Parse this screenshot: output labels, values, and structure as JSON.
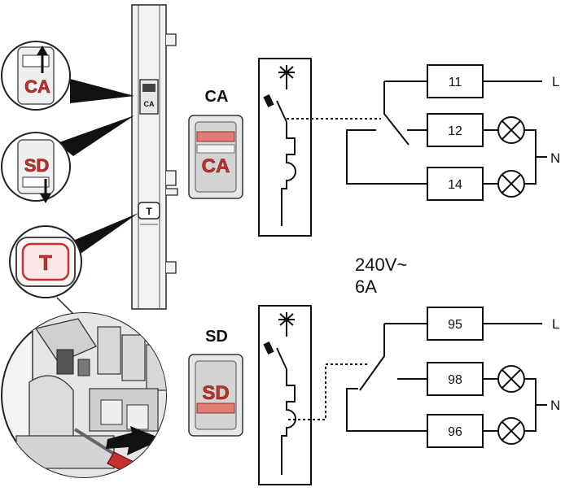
{
  "colors": {
    "accent_red": "#c4302c",
    "line": "#1a1a1a",
    "device_fill": "#f2f2f2"
  },
  "zoom_labels": {
    "ca": "CA",
    "sd": "SD",
    "t": "T"
  },
  "device": {
    "ca_tag": "CA",
    "t_tag": "T"
  },
  "ca_section": {
    "title": "CA",
    "window_label": "CA",
    "terminals": {
      "t11": "11",
      "t12": "12",
      "t14": "14"
    },
    "line": "L",
    "neutral": "N"
  },
  "sd_section": {
    "title": "SD",
    "window_label": "SD",
    "terminals": {
      "t95": "95",
      "t98": "98",
      "t96": "96"
    },
    "line": "L",
    "neutral": "N"
  },
  "rating": {
    "voltage": "240V~",
    "current": "6A"
  },
  "icons": [
    "arrow-up-icon",
    "arrow-down-icon",
    "lamp-icon",
    "screwdriver-icon",
    "breaker-symbol-icon"
  ]
}
